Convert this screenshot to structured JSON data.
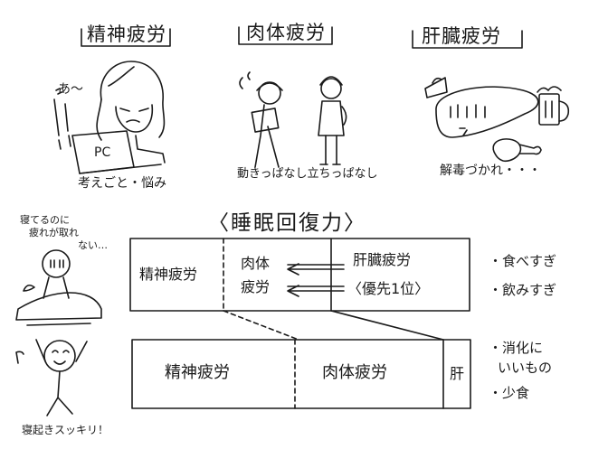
{
  "headers": {
    "mental": "精神疲労",
    "physical": "肉体疲労",
    "liver": "肝臓疲労"
  },
  "captions": {
    "mental_sigh": "あ〜",
    "pc": "PC",
    "mental": "考えごと・悩み",
    "physical": "動きっぱなし立ちっぱなし",
    "liver": "解毒づかれ・・・"
  },
  "title": "〈睡眠回復力〉",
  "top_bar": {
    "mental": "精神疲労",
    "physical_line1": "肉体",
    "physical_line2": "疲労",
    "liver": "肝臓疲労",
    "priority": "〈優先1位〉"
  },
  "top_notes": [
    "・食べすぎ",
    "・飲みすぎ"
  ],
  "bottom_bar": {
    "mental": "精神疲労",
    "physical": "肉体疲労",
    "liver": "肝"
  },
  "bottom_notes": [
    "・消化に",
    "いいもの",
    "・少食"
  ],
  "left_top_note": [
    "寝てるのに",
    "疲れが取れ",
    "ない…"
  ],
  "left_bottom_note": "寝起きスッキリ！",
  "colors": {
    "ink": "#1a1a1a",
    "paper": "#ffffff"
  }
}
